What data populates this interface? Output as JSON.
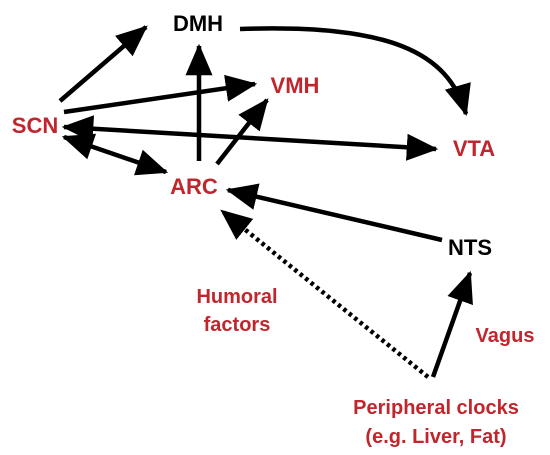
{
  "colors": {
    "red_label": "#c0262d",
    "black_label": "#000000",
    "arrow": "#000000"
  },
  "nodes": {
    "dmh": "DMH",
    "vmh": "VMH",
    "scn": "SCN",
    "vta": "VTA",
    "arc": "ARC",
    "nts": "NTS"
  },
  "labels": {
    "humoral_line1": "Humoral",
    "humoral_line2": "factors",
    "vagus": "Vagus",
    "peripheral_line1": "Peripheral clocks",
    "peripheral_line2": "(e.g. Liver, Fat)"
  }
}
